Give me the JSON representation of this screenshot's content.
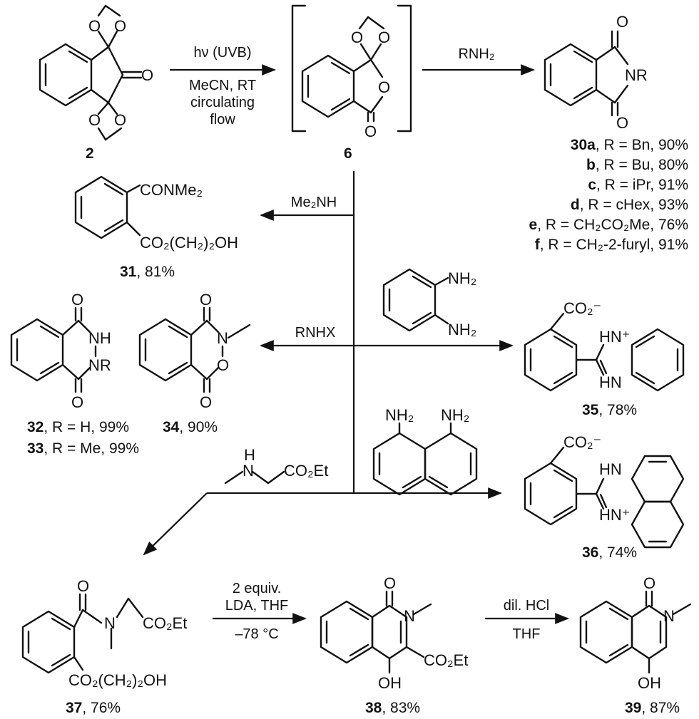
{
  "compound_2": {
    "number": "2"
  },
  "compound_6": {
    "number": "6"
  },
  "step_hv": {
    "line1": "hν (UVB)",
    "line2": "MeCN, RT",
    "line3": "circulating",
    "line4": "flow"
  },
  "step_rnh2": {
    "reagent": "RNH₂"
  },
  "compound_30": {
    "rows": [
      {
        "label": "30a",
        "text": ", R = Bn, 90%"
      },
      {
        "label": "b",
        "text": ", R = Bu, 80%"
      },
      {
        "label": "c",
        "text": ", R = iPr, 91%"
      },
      {
        "label": "d",
        "text": ", R = cHex, 93%"
      },
      {
        "label": "e",
        "text": ", R = CH₂CO₂Me, 76%"
      },
      {
        "label": "f",
        "text": ", R = CH₂-2-furyl, 91%"
      }
    ]
  },
  "step_me2nh": {
    "reagent": "Me₂NH"
  },
  "compound_31": {
    "label": "31",
    "yield": ", 81%",
    "sub1": "CONMe₂",
    "sub2": "CO₂(CH₂)₂OH"
  },
  "step_rnhx": {
    "reagent": "RNHX"
  },
  "compound_32": {
    "label": "32",
    "text": ", R = H, 99%"
  },
  "compound_33": {
    "label": "33",
    "text": ", R = Me, 99%"
  },
  "compound_34": {
    "label": "34",
    "yield": ", 90%"
  },
  "reagent_opda": {
    "nh2_top": "NH₂",
    "nh2_bottom": "NH₂"
  },
  "compound_35": {
    "label": "35",
    "yield": ", 78%",
    "carboxylate": "CO₂⁻",
    "hn_plus": "HN⁺",
    "hn": "HN"
  },
  "reagent_dan": {
    "nh2_left": "NH₂",
    "nh2_right": "NH₂"
  },
  "compound_36": {
    "label": "36",
    "yield": ", 74%",
    "carboxylate": "CO₂⁻",
    "hn": "HN",
    "hn_plus": "HN⁺"
  },
  "reagent_sarcosine": {
    "nh": "H",
    "n": "N",
    "ester": "CO₂Et"
  },
  "compound_37": {
    "label": "37",
    "yield": ", 76%",
    "ester": "CO₂Et",
    "sub": "CO₂(CH₂)₂OH",
    "o": "O",
    "n": "N"
  },
  "step_lda": {
    "line1": "2 equiv.",
    "line2": "LDA, THF",
    "line3": "–78 °C"
  },
  "compound_38": {
    "label": "38",
    "yield": ", 83%",
    "o": "O",
    "n": "N",
    "ester": "CO₂Et",
    "oh": "OH"
  },
  "step_hcl": {
    "line1": "dil. HCl",
    "line2": "THF"
  },
  "compound_39": {
    "label": "39",
    "yield": ", 87%",
    "o": "O",
    "n": "N",
    "oh": "OH"
  }
}
